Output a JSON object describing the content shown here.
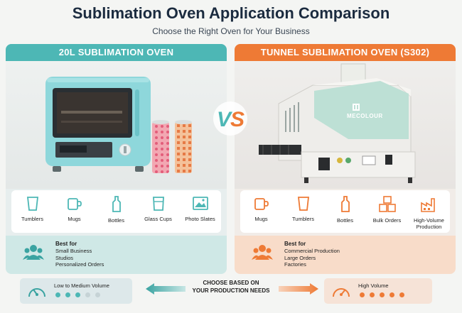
{
  "header": {
    "title": "Sublimation Oven Application Comparison",
    "subtitle": "Choose the Right Oven for Your Business"
  },
  "left": {
    "title": "20L SUBLIMATION OVEN",
    "accent": "#4db7b5",
    "uses": [
      {
        "label": "Tumblers",
        "icon": "tumbler-icon"
      },
      {
        "label": "Mugs",
        "icon": "mug-icon"
      },
      {
        "label": "Bottles",
        "icon": "bottle-icon"
      },
      {
        "label": "Glass Cups",
        "icon": "glass-cup-icon"
      },
      {
        "label": "Photo Slates",
        "icon": "photo-slate-icon"
      }
    ],
    "best_for_title": "Best for",
    "best_for": [
      "Small Business",
      "Studios",
      "Personalized Orders"
    ],
    "volume_label": "Low to Medium Volume",
    "volume_level": 3,
    "volume_max": 5
  },
  "right": {
    "title": "TUNNEL SUBLIMATION OVEN (S302)",
    "accent": "#ee7a35",
    "brand": "MECOLOUR",
    "uses": [
      {
        "label": "Mugs",
        "icon": "mug-icon"
      },
      {
        "label": "Tumblers",
        "icon": "tumbler-icon"
      },
      {
        "label": "Bottles",
        "icon": "bottle-icon"
      },
      {
        "label": "Bulk Orders",
        "icon": "boxes-icon"
      },
      {
        "label": "High-Volume Production",
        "icon": "factory-icon"
      }
    ],
    "best_for_title": "Best for",
    "best_for": [
      "Commercial Production",
      "Large Orders",
      "Factories"
    ],
    "volume_label": "High Volume",
    "volume_level": 5,
    "volume_max": 5
  },
  "vs_label": "VS",
  "choose_line1": "CHOOSE BASED ON",
  "choose_line2": "YOUR PRODUCTION NEEDS"
}
